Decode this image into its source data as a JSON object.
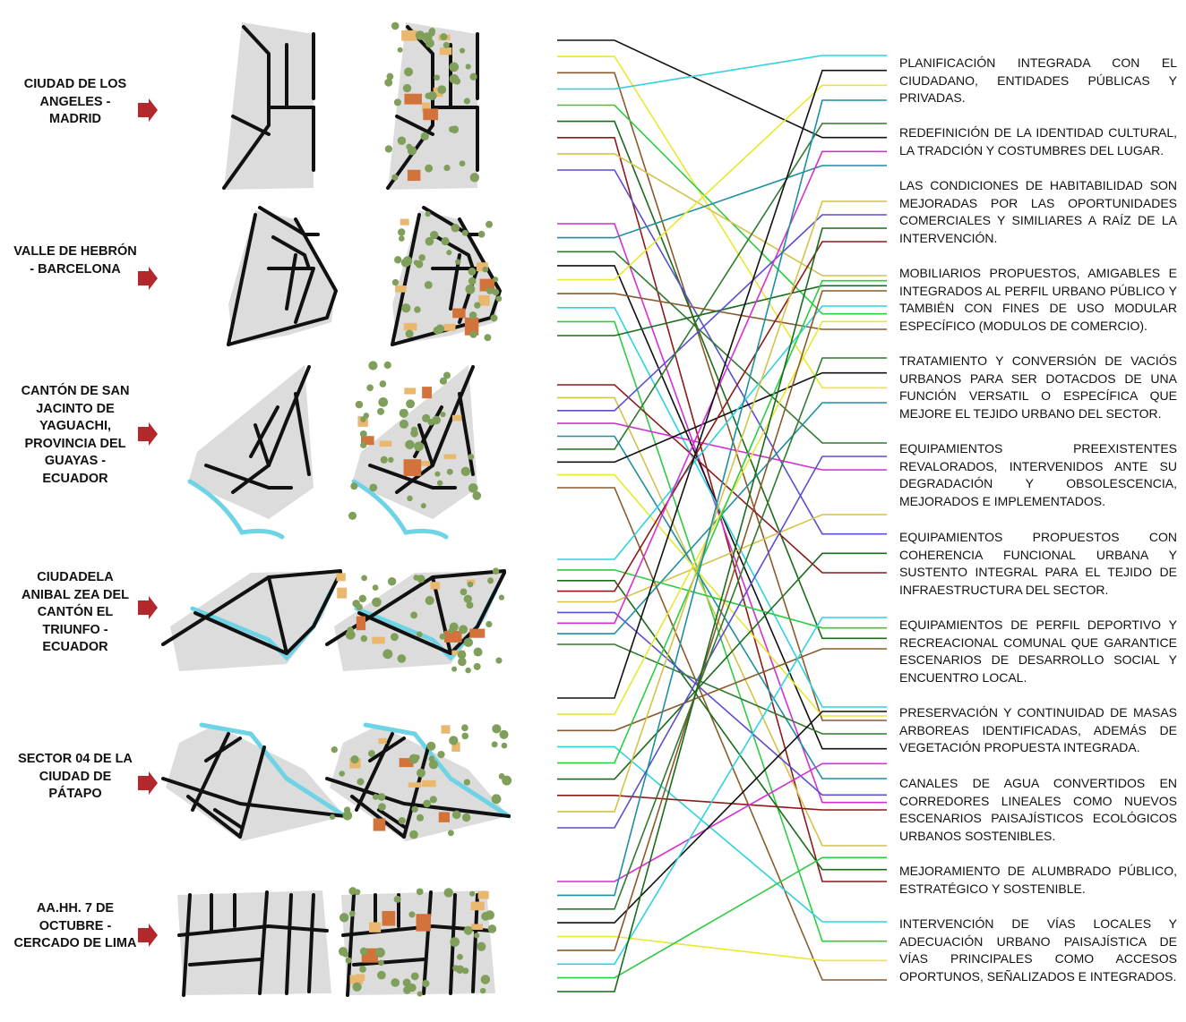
{
  "cases": [
    {
      "label": "CIUDAD DE LOS ANGELES - MADRID"
    },
    {
      "label": "VALLE DE HEBRÓN - BARCELONA"
    },
    {
      "label": "CANTÓN DE SAN JACINTO DE YAGUACHI, PROVINCIA DEL GUAYAS - ECUADOR"
    },
    {
      "label": "CIUDADELA ANIBAL ZEA DEL CANTÓN EL TRIUNFO - ECUADOR"
    },
    {
      "label": "SECTOR 04 DE LA CIUDAD DE PÁTAPO"
    },
    {
      "label": "AA.HH. 7 DE OCTUBRE - CERCADO DE LIMA"
    }
  ],
  "concepts": [
    {
      "text": "PLANIFICACIÓN INTEGRADA CON EL CIUDADANO, ENTIDADES PÚBLICAS Y PRIVADAS."
    },
    {
      "text": "REDEFINICIÓN DE LA IDENTIDAD CULTURAL, LA TRADCIÓN Y COSTUMBRES DEL LUGAR."
    },
    {
      "text": "LAS CONDICIONES DE HABITABILIDAD SON MEJORADAS POR LAS OPORTUNIDADES COMERCIALES Y SIMILIARES A RAÍZ DE LA INTERVENCIÓN."
    },
    {
      "text": "MOBILIARIOS PROPUESTOS, AMIGABLES E INTEGRADOS AL PERFIL URBANO PÚBLICO Y TAMBIÉN CON FINES DE USO MODULAR ESPECÍFICO (MODULOS DE COMERCIO)."
    },
    {
      "text": "TRATAMIENTO Y CONVERSIÓN DE VACIÓS URBANOS PARA SER DOTACDOS DE UNA FUNCIÓN VERSATIL O ESPECÍFICA QUE MEJORE EL TEJIDO URBANO DEL SECTOR."
    },
    {
      "text": "EQUIPAMIENTOS PREEXISTENTES REVALORADOS, INTERVENIDOS ANTE SU DEGRADACIÓN Y OBSOLESCENCIA, MEJORADOS E IMPLEMENTADOS."
    },
    {
      "text": "EQUIPAMIENTOS PROPUESTOS CON COHERENCIA FUNCIONAL URBANA Y SUSTENTO INTEGRAL PARA EL TEJIDO DE INFRAESTRUCTURA DEL SECTOR."
    },
    {
      "text": "EQUIPAMIENTOS DE PERFIL DEPORTIVO Y RECREACIONAL COMUNAL QUE GARANTICE ESCENARIOS DE DESARROLLO SOCIAL Y ENCUENTRO LOCAL."
    },
    {
      "text": "PRESERVACIÓN Y CONTINUIDAD DE MASAS ARBOREAS IDENTIFICADAS, ADEMÁS DE VEGETACIÓN PROPUESTA INTEGRADA."
    },
    {
      "text": "CANALES DE AGUA CONVERTIDOS EN CORREDORES LINEALES COMO NUEVOS ESCENARIOS PAISAJÍSTICOS ECOLÓGICOS URBANOS SOSTENIBLES."
    },
    {
      "text": "MEJORAMIENTO DE ALUMBRADO PÚBLICO, ESTRATÉGICO Y SOSTENIBLE."
    },
    {
      "text": "INTERVENCIÓN DE VÍAS LOCALES Y ADECUACIÓN URBANO PAISAJÍSTICA DE VÍAS PRINCIPALES COMO ACCESOS OPORTUNOS, SEÑALIZADOS E INTEGRADOS."
    }
  ],
  "colors": {
    "arrow": "#b3282d",
    "site_fill": "#dcdcdc",
    "road": "#111111",
    "water": "#6fd3e6",
    "tree": "#7f9f5a",
    "building": "#d2733c",
    "plaza": "#e9b86e",
    "connector_palette": [
      "#111111",
      "#e8e830",
      "#8b5a2b",
      "#2ed3e0",
      "#2ecc40",
      "#1a6b1a",
      "#8b1a1a",
      "#d4c24a",
      "#5a4fcf",
      "#d42fd4",
      "#1e8fa0",
      "#2f7a2f"
    ]
  }
}
